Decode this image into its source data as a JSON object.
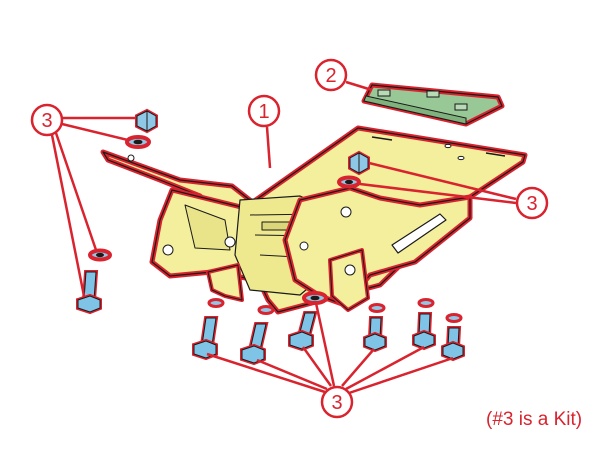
{
  "diagram": {
    "type": "exploded-parts-illustration",
    "colors": {
      "callout_red": "#d9232e",
      "bracket_fill": "#f4ef9c",
      "plate_fill": "#98c896",
      "bolt_fill": "#7fc4e6",
      "nut_fill": "#8fc8e6",
      "outline": "#1a1a1a"
    },
    "callouts": [
      {
        "label": "1",
        "part": "bracket"
      },
      {
        "label": "2",
        "part": "plate"
      },
      {
        "label": "3",
        "part": "hardware-left"
      },
      {
        "label": "3",
        "part": "hardware-right"
      },
      {
        "label": "3",
        "part": "hardware-bottom"
      }
    ],
    "note": "(#3 is a Kit)"
  }
}
